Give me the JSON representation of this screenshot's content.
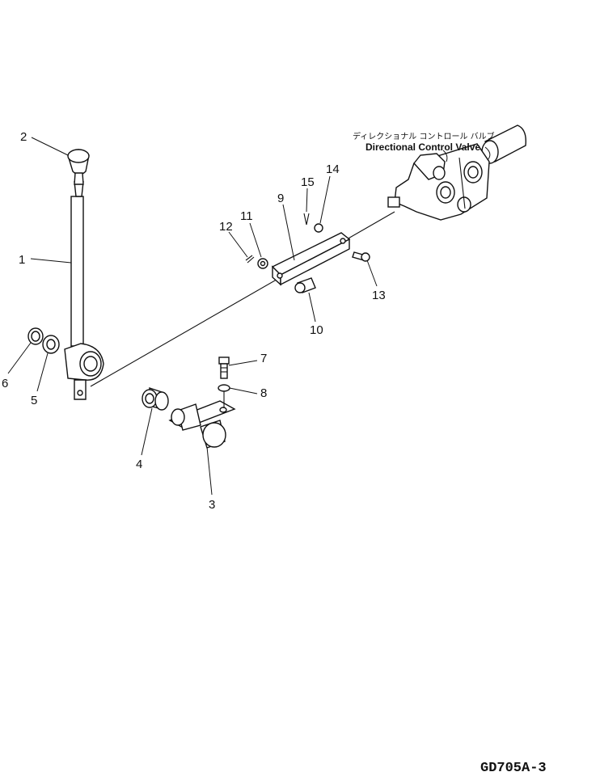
{
  "diagram": {
    "drawing_code": "GD705A-3",
    "valve_label_jp": "ディレクショナル コントロール バルブ",
    "valve_label_en": "Directional Control Valve",
    "callouts": [
      {
        "number": "1"
      },
      {
        "number": "2"
      },
      {
        "number": "3"
      },
      {
        "number": "4"
      },
      {
        "number": "5"
      },
      {
        "number": "6"
      },
      {
        "number": "7"
      },
      {
        "number": "8"
      },
      {
        "number": "9"
      },
      {
        "number": "10"
      },
      {
        "number": "11"
      },
      {
        "number": "12"
      },
      {
        "number": "13"
      },
      {
        "number": "14"
      },
      {
        "number": "15"
      }
    ]
  }
}
